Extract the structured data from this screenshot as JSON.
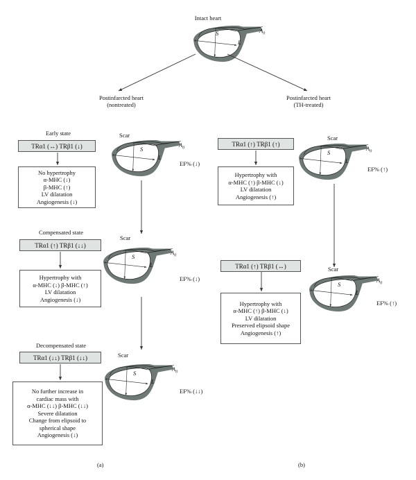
{
  "top": {
    "title": "Intact heart",
    "left_branch": [
      "Postinfarcted heart",
      "(nontreated)"
    ],
    "right_branch": [
      "Postinfarcted heart",
      "(TH-treated)"
    ]
  },
  "heart_labels": {
    "s": "S",
    "l": "L",
    "a0": "A",
    "a0_sub": "0",
    "scar": "Scar"
  },
  "panel_a": {
    "label": "(a)",
    "early": {
      "state": "Early state",
      "receptors": "TRα1 (↔) TRβ1 (↓)",
      "effects": [
        "No hypertrophy",
        "α-MHC (↓)",
        "β-MHC (↑)",
        "LV dilatation",
        "Angiogenesis (↓)"
      ],
      "ef": "EF% (↓)"
    },
    "compensated": {
      "state": "Compensated state",
      "receptors": "TRα1 (↑) TRβ1 (↓↓)",
      "effects": [
        "Hypertrophy with",
        "α-MHC (↓) β-MHC (↑)",
        "LV dilatation",
        "Angiogenesis (↓)"
      ],
      "ef": "EF% (↓)"
    },
    "decompensated": {
      "state": "Decompensated state",
      "receptors": "TRα1 (↓↓) TRβ1 (↓↓)",
      "effects": [
        "No further increase in",
        "cardiac mass with",
        "α-MHC (↓↓) β-MHC (↓↓)",
        "Severe dilatation",
        "Change from elipsoid to",
        "spherical shape",
        "Angiogenesis (↓)"
      ],
      "ef": "EF% (↓↓)"
    }
  },
  "panel_b": {
    "label": "(b)",
    "first": {
      "receptors": "TRα1 (↑) TRβ1 (↑)",
      "effects": [
        "Hypertrophy with",
        "α-MHC (↑) β-MHC (↓)",
        "LV dilatation",
        "Angiogenesis (↑)"
      ],
      "ef": "EF% (↑)"
    },
    "second": {
      "receptors": "TRα1 (↑) TRβ1 (↔)",
      "effects": [
        "Hypertrophy with",
        "α-MHC (↑) β-MHC (↓)",
        "LV dilatation",
        "Preserved elipsoid shape",
        "Angiogenesis (↑)"
      ],
      "ef": "EF% (↑)"
    }
  },
  "colors": {
    "scar": "#6e7875",
    "header_fill": "#dfe3e2",
    "line": "#333333"
  }
}
